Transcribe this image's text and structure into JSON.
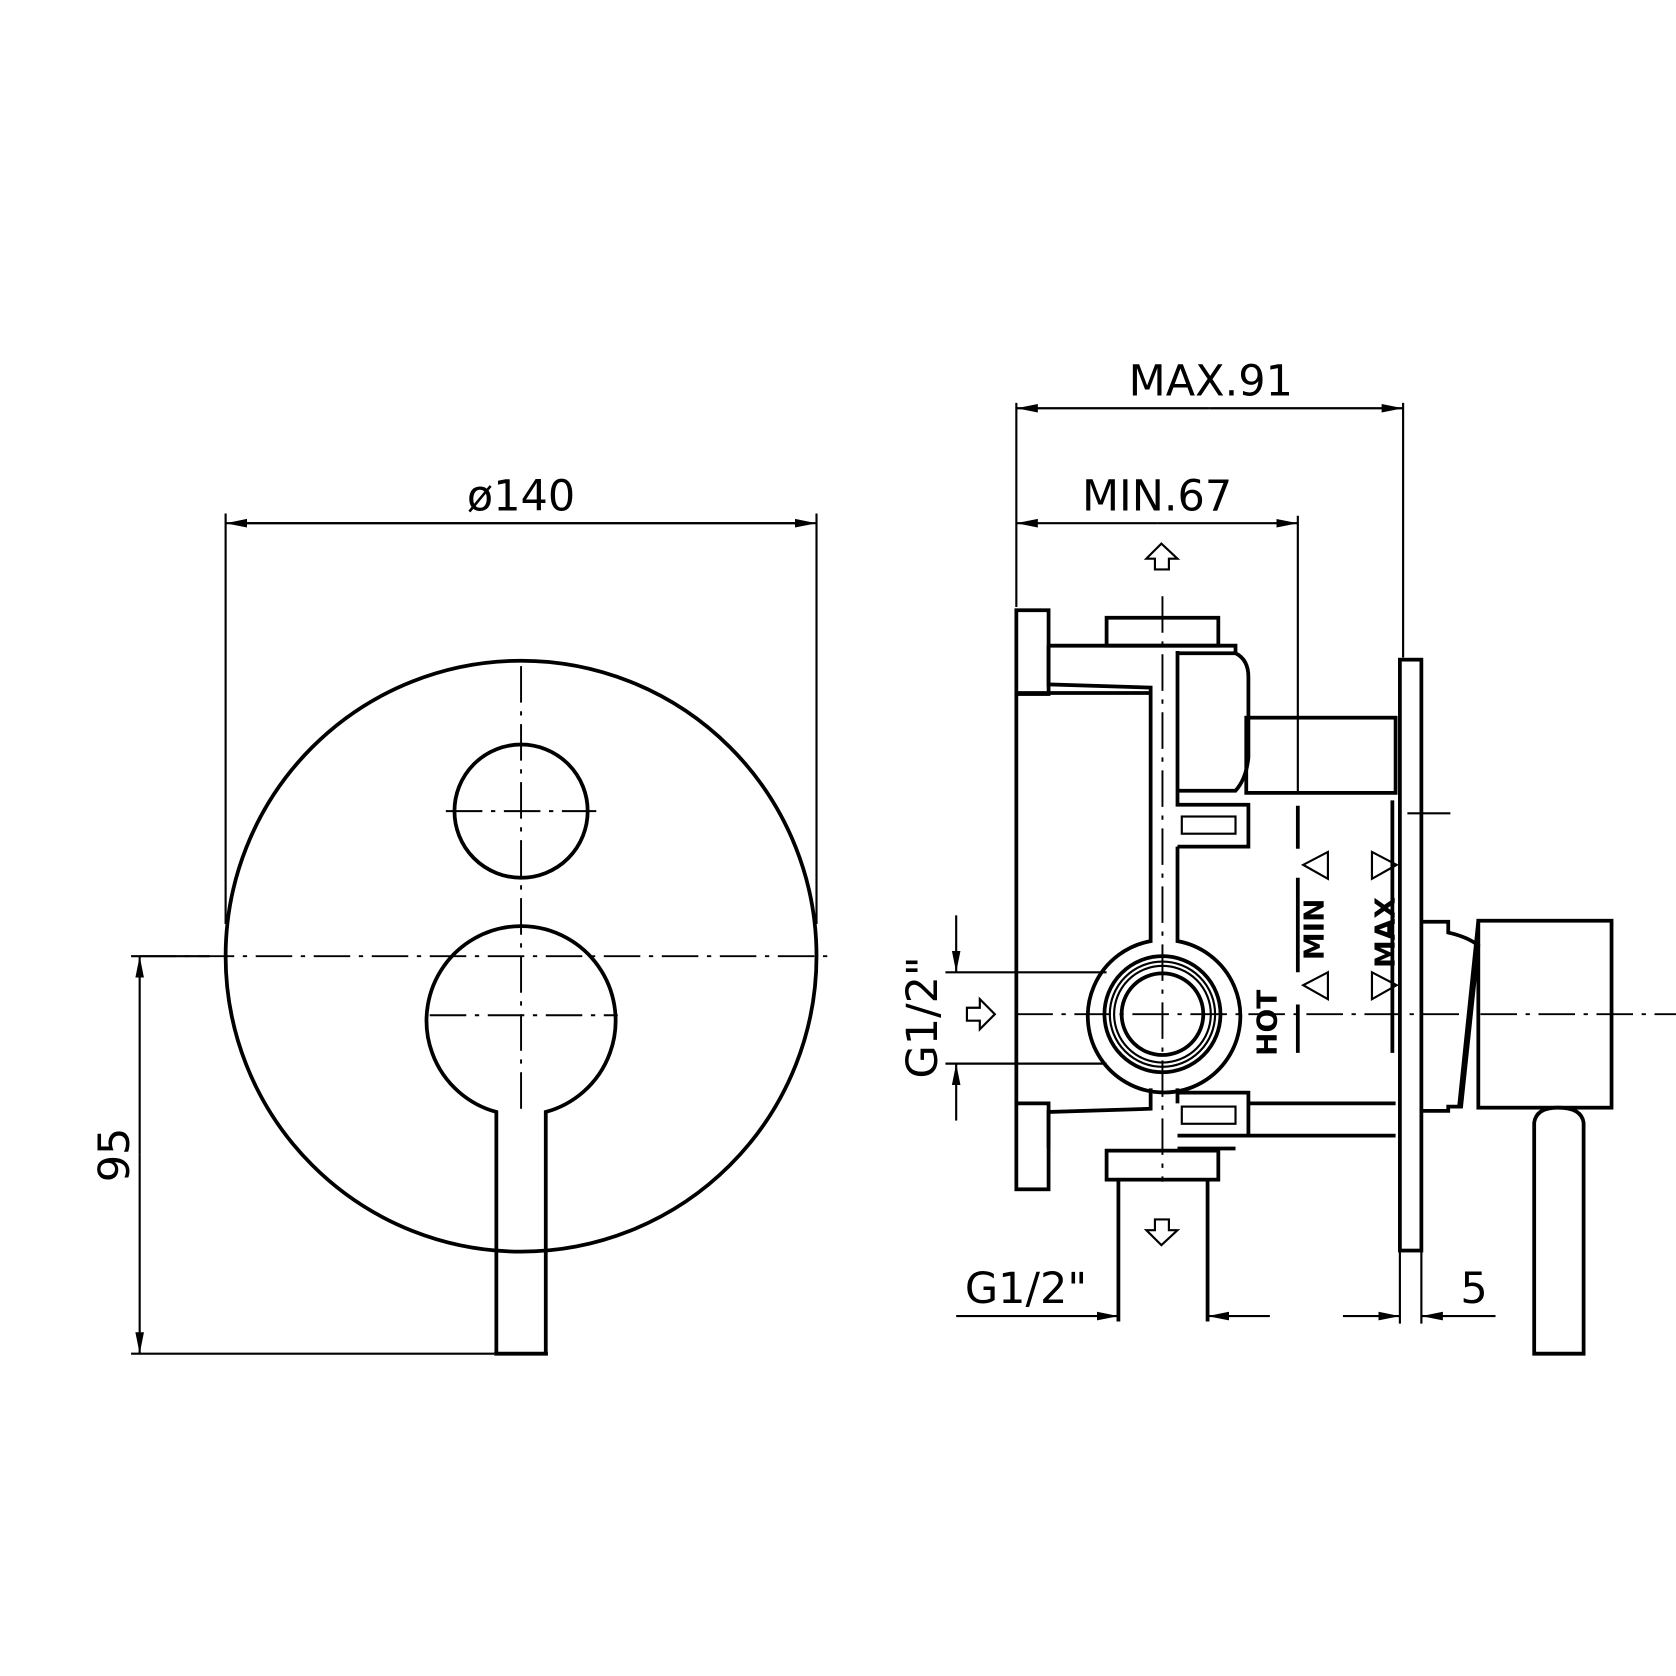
{
  "front_view": {
    "diameter_label": "ø140",
    "height_label": "95"
  },
  "side_view": {
    "max_depth_label": "MAX.91",
    "min_depth_label": "MIN.67",
    "inlet_thread_label": "G1/2\"",
    "outlet_thread_label": "G1/2\"",
    "plate_thickness_label": "5",
    "hot_label": "HOT",
    "min_marker_label": "MIN",
    "max_marker_label": "MAX"
  }
}
